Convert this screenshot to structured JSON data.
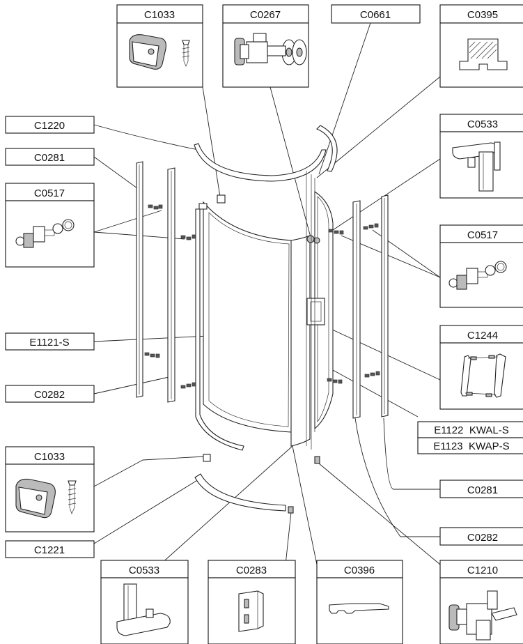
{
  "labels": {
    "c1033_top": "C1033",
    "c0267": "C0267",
    "c0661": "C0661",
    "c0395": "C0395",
    "c1220": "C1220",
    "c0281_left": "C0281",
    "c0517_left": "C0517",
    "c0533_right": "C0533",
    "c0517_right": "C0517",
    "e1121": "E1121-S",
    "c1244": "C1244",
    "c0282_left": "C0282",
    "e1122": "E1122  KWAL-S",
    "e1123": "E1123  KWAP-S",
    "c1033_bottom": "C1033",
    "c0281_right": "C0281",
    "c1221": "C1221",
    "c0282_right": "C0282",
    "c0533_bottom": "C0533",
    "c0283": "C0283",
    "c0396": "C0396",
    "c1210": "C1210"
  }
}
